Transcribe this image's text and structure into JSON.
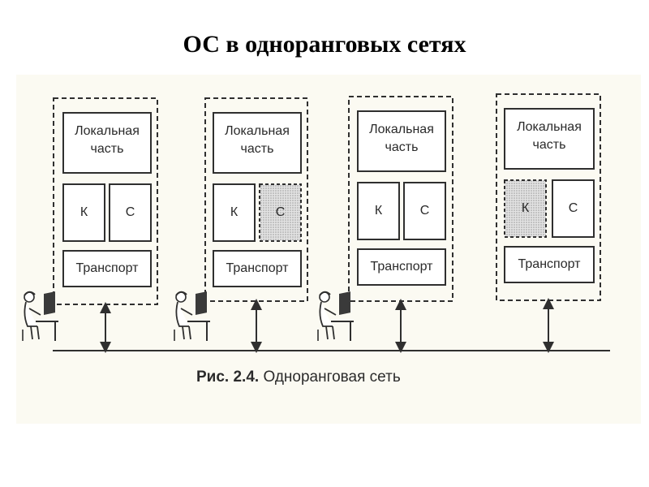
{
  "title": "ОС в одноранговых сетях",
  "labels": {
    "local_line1": "Локальная",
    "local_line2": "часть",
    "client": "К",
    "server": "С",
    "transport": "Транспорт"
  },
  "caption": {
    "prefix": "Рис. 2.4.",
    "text": "Одноранговая сеть"
  },
  "nodes": [
    {
      "has_user": true,
      "shaded": "none"
    },
    {
      "has_user": true,
      "shaded": "server"
    },
    {
      "has_user": true,
      "shaded": "none"
    },
    {
      "has_user": false,
      "shaded": "client"
    }
  ],
  "colors": {
    "line": "#2f2f2f",
    "shade": "#cfcfcf",
    "paper": "#fbfaf2"
  }
}
